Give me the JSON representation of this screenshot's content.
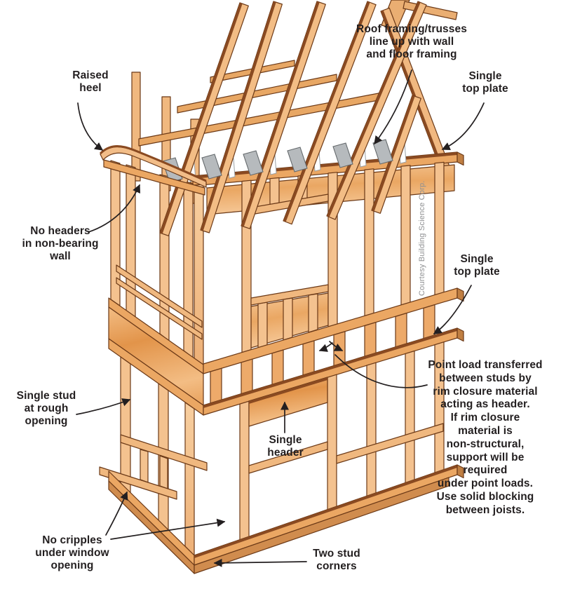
{
  "title": "Advanced framing two-story wall diagram",
  "palette": {
    "background": "#ffffff",
    "wood_light": "#f5c493",
    "wood_mid": "#eba763",
    "wood_streak_dark": "#e0944c",
    "edge_dark_brown": "#8a4a21",
    "outline_brown": "#6b3917",
    "metal_gray": "#b6babd",
    "label_text": "#231f20",
    "credit_text": "#8f9092"
  },
  "labels": {
    "raised_heel": "Raised\nheel",
    "roof_framing": "Roof framing/trusses\nline up with wall\nand floor framing",
    "single_top_plate_upper": "Single\ntop plate",
    "no_headers": "No headers\nin non-bearing\nwall",
    "single_top_plate_mid": "Single\ntop plate",
    "point_load": "Point load transferred\nbetween studs by\nrim closure material\nacting as header.\nIf rim closure\nmaterial is\nnon-structural,\nsupport will be\nrequired\nunder point loads.\nUse solid blocking\nbetween joists.",
    "single_stud": "Single stud\nat rough\nopening",
    "single_header": "Single\nheader",
    "no_cripples": "No cripples\nunder window\nopening",
    "two_stud_corners": "Two stud\ncorners",
    "credit": "Courtesy Building Science Corp."
  }
}
